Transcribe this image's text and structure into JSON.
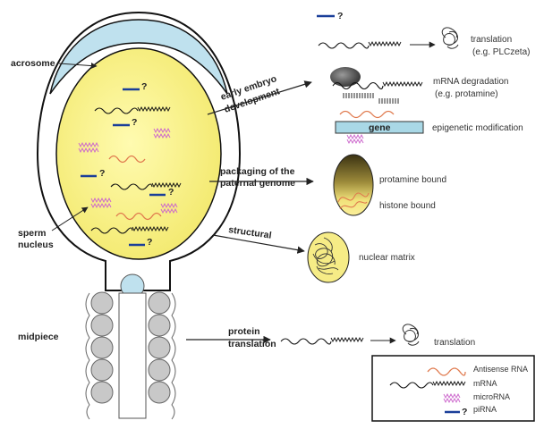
{
  "colors": {
    "nucleus": "#f8f08c",
    "acrosome": "#bfe1ee",
    "pirna": "#1a3e99",
    "mrna": "#111111",
    "antisense": "#e07a4e",
    "microrna": "#cc66cc",
    "gene_bar": "#a9d8e6",
    "midpiece_circle": "#c8c8c8"
  },
  "labels": {
    "acrosome": "acrosome",
    "sperm_nucleus_1": "sperm",
    "sperm_nucleus_2": "nucleus",
    "midpiece": "midpiece"
  },
  "pathways": {
    "early_embryo_1": "early embryo",
    "early_embryo_2": "development",
    "packaging_1": "packaging of the",
    "packaging_2": "paternal genome",
    "structural": "structural",
    "protein_1": "protein",
    "protein_2": "translation"
  },
  "outcomes": {
    "question_mark": "?",
    "translation_1": "translation",
    "translation_2": "(e.g. PLCzeta)",
    "mrna_degradation_1": "mRNA degradation",
    "mrna_degradation_2": "(e.g. protamine)",
    "gene": "gene",
    "epigenetic": "epigenetic modification",
    "protamine_bound": "protamine bound",
    "histone_bound": "histone bound",
    "nuclear_matrix": "nuclear matrix",
    "translation_bottom": "translation"
  },
  "legend": {
    "items": [
      {
        "label": "Antisense RNA",
        "icon": "antisense-rna-icon"
      },
      {
        "label": "mRNA",
        "icon": "mrna-icon"
      },
      {
        "label": "microRNA",
        "icon": "microrna-icon"
      },
      {
        "label": "piRNA",
        "icon": "pirna-icon"
      }
    ],
    "pirna_mark": "?"
  }
}
